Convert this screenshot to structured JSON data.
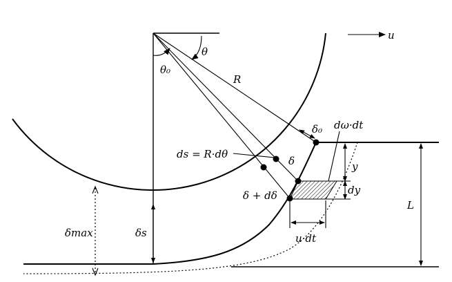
{
  "diagram": {
    "labels": {
      "u_arrow": "u",
      "theta": "θ",
      "theta0": "θ₀",
      "R": "R",
      "delta0": "δ₀",
      "d_omega_dt": "dω·dt",
      "ds_eq": "ds = R·dθ",
      "delta": "δ",
      "y": "y",
      "delta_plus_d_delta": "δ + dδ",
      "dy": "dy",
      "L": "L",
      "delta_max": "δmax",
      "delta_s": "δs",
      "u_dt": "u·dt"
    }
  }
}
